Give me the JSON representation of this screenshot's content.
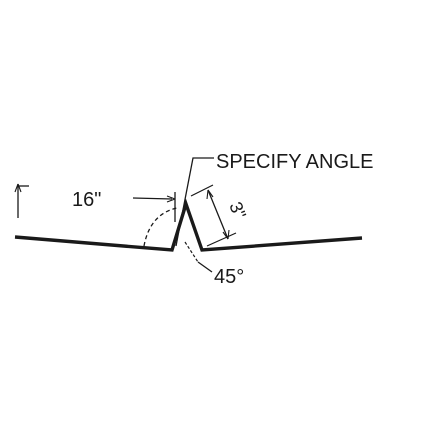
{
  "labels": {
    "callout": "SPECIFY ANGLE",
    "length": "16\"",
    "rib_height": "3\"",
    "angle": "45°"
  },
  "colors": {
    "line": "#1a1a1a",
    "background": "#ffffff"
  }
}
